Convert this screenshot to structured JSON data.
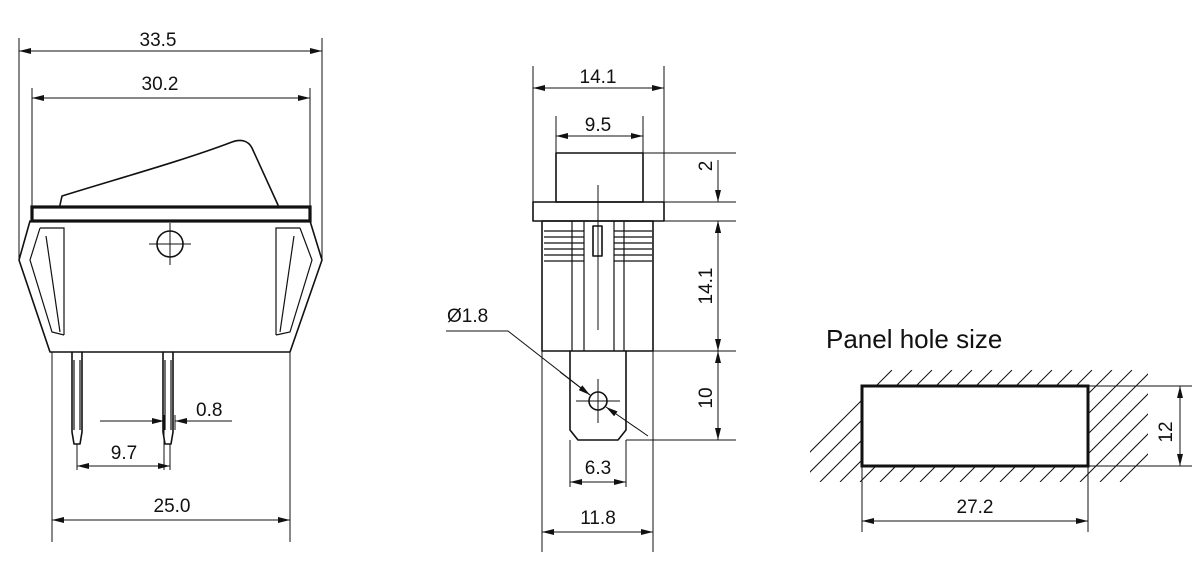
{
  "side_view": {
    "dims": {
      "overall_width": "33.5",
      "frame_width": "30.2",
      "pin_width": "0.8",
      "pin_spacing": "9.7",
      "base_width": "25.0"
    }
  },
  "front_view": {
    "dims": {
      "flange_width": "14.1",
      "rocker_width": "9.5",
      "rocker_height": "2",
      "body_height": "14.1",
      "terminal_length": "10",
      "hole_diameter": "Ø1.8",
      "terminal_width": "6.3",
      "body_width": "11.8"
    }
  },
  "panel_hole": {
    "title": "Panel hole size",
    "dims": {
      "width": "27.2",
      "height": "12"
    }
  }
}
